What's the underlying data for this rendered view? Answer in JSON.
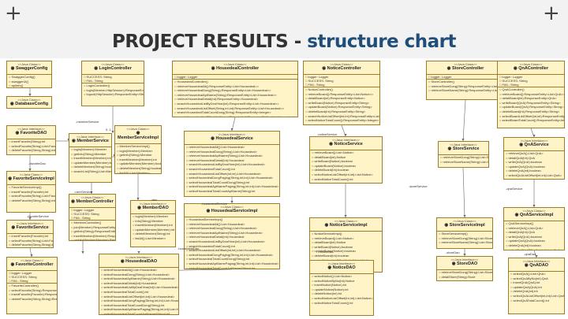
{
  "slide": {
    "title_main": "PROJECT RESULTS -",
    "title_accent": "structure chart"
  },
  "colors": {
    "title_accent": "#1f4e79",
    "box_fill": "#fff4c8",
    "box_border": "#9c7d2a"
  },
  "diagram": {
    "boxes": [
      {
        "name": "SwaggerConfig",
        "stereotype": "<<Java Class>>",
        "methods": [
          "SwaggerConfig()",
          "swaggerUi()",
          "apiInfo()"
        ]
      },
      {
        "name": "DatabaseConfig",
        "stereotype": "<<Java Class>>",
        "methods": [
          "DatabaseConfig()"
        ]
      },
      {
        "name": "LoginController",
        "stereotype": "<<Java Class>>",
        "fields": [
          "SUCCESS: String",
          "FAIL: String"
        ],
        "methods": [
          "LoginController()",
          "login(Member,HttpSession):ResponseEntity<Member>",
          "logout(HttpSession):ResponseEntity<String>"
        ]
      },
      {
        "name": "HousedealController",
        "stereotype": "<<Java Class>>",
        "fields": [
          "logger: Logger"
        ],
        "methods": [
          "HousedealController()",
          "retrieveHousedealAll():ResponseEntity<List<Housedeal>>",
          "retrieveHousedealDong(String):ResponseEntity<List<Housedeal>>",
          "retrieveHousedealAptName(String):ResponseEntity<List<Housedeal>>",
          "retrieveHousedealDetail(int):ResponseEntity<Housedeal>",
          "searchHousedealListByDealYear(int):ResponseEntity<List<Housedeal>>",
          "searchHousedealListOffset(String,int,int):ResponseEntity<List<Housedeal>>",
          "searchHousedealTotalCountDong(String):ResponseEntity<Integer>",
          "searchHousedealListOffsetAptName(String,int,int):ResponseEntity<List<Housedeal>>",
          "searchHousedealTotalCountAptName(String):ResponseEntity<Integer>"
        ]
      },
      {
        "name": "NoticeController",
        "stereotype": "<<Java Class>>",
        "fields": [
          "logger: Logger",
          "SUCCESS: String",
          "FAIL: String"
        ],
        "methods": [
          "NoticeController()",
          "retrieveBoard():ResponseEntity<List<Notice>>",
          "detailBoard(int):ResponseEntity<Notice>",
          "writeBoard(Notice):ResponseEntity<String>",
          "updateBoard(Notice):ResponseEntity<String>",
          "deleteBoard(int):ResponseEntity<String>",
          "searchNoticeListOffset(int,int):ResponseEntity<List<Notice>>",
          "selectNoticeTotalCount():ResponseEntity<Integer>"
        ]
      },
      {
        "name": "StoreController",
        "stereotype": "<<Java Class>>",
        "fields": [
          "logger: Logger"
        ],
        "methods": [
          "StoreController()",
          "retrieveStoreDong(String):ResponseEntity<List<Store>>",
          "retrieveStoreName(String):ResponseEntity<List<Store>>"
        ]
      },
      {
        "name": "QnAController",
        "stereotype": "<<Java Class>>",
        "fields": [
          "logger: Logger",
          "SUCCESS: String",
          "FAIL: String"
        ],
        "methods": [
          "QnAController()",
          "retrieveBoard():ResponseEntity<List<QnA>>",
          "detailBoard(int):ResponseEntity<QnA>",
          "writeBoard(QnA):ResponseEntity<String>",
          "updateBoard(QnA):ResponseEntity<String>",
          "deleteBoard(int):ResponseEntity<String>",
          "selectBoardListOffset(int,int):ResponseEntity<List<QnA>>",
          "selectBoardTotalCount():ResponseEntity<Integer>"
        ]
      },
      {
        "name": "FavoriteDAO",
        "stereotype": "<<Java Interface>>",
        "methods": [
          "insertFavorite(String):int",
          "selectFavorite(String):List<Favorite>",
          "deleteFavorite(String,String):int"
        ]
      },
      {
        "name": "MemberService",
        "stereotype": "<<Java Interface>>",
        "methods": [
          "login(Member):Member",
          "getInfo(String):Member",
          "insertMember(Member):int",
          "updateMember(Member):boolean",
          "deleteMember(String):boolean",
          "searchList(String):List<Member>"
        ]
      },
      {
        "name": "MemberServiceImpl",
        "stereotype": "<<Java Class>>",
        "methods": [
          "MemberServiceImpl()",
          "login(Member):Member",
          "getInfo(String):Member",
          "insertMember(Member):int",
          "updateMember(Member):boolean",
          "deleteMember(String):boolean",
          "listAll():List<Member>"
        ]
      },
      {
        "name": "HousedealService",
        "stereotype": "<<Java Interface>>",
        "methods": [
          "retrieveHousedealAll():List<Housedeal>",
          "retrieveHousedealDong(String):List<Housedeal>",
          "retrieveHousedealAptName(String):List<Housedeal>",
          "retrieveHousedealDetail(int):Housedeal",
          "searchHousedealListByDealYear(int):List<Housedeal>",
          "searchHousedealTotalCount():int",
          "searchHousedealListOffset(int,int):List<Housedeal>",
          "selectHousedealDongPaging(String,int,int):List<Housedeal>",
          "selectHousedealTotalCountDong(String):int",
          "selectHousedealAptNamePaging(String,int,int):List<Housedeal>",
          "selectHousedealTotalCountAptName(String):int"
        ]
      },
      {
        "name": "NoticeService",
        "stereotype": "<<Java Interface>>",
        "methods": [
          "retrieveBoard():List<Notice>",
          "detailBoard(int):Notice",
          "writeBoard(Notice):boolean",
          "updateBoard(Notice):boolean",
          "deleteBoard(int):boolean",
          "selectNoticeListOffset(int,int):List<Notice>",
          "selectNoticeTotalCount():int"
        ]
      },
      {
        "name": "StoreService",
        "stereotype": "<<Java Interface>>",
        "methods": [
          "retrieveStoreDong(String):List<Store>",
          "retrieveStoreName(String):List<Store>"
        ]
      },
      {
        "name": "QnAService",
        "stereotype": "<<Java Interface>>",
        "methods": [
          "retrieveQnA():List<QnA>",
          "detailQnA(int):QnA",
          "writeQnA(QnA):boolean",
          "updateQnA(QnA):boolean",
          "deleteQnA(int):boolean",
          "selectQnAListOffset(int,int):List<QnA>",
          "selectQnATotalCount():int"
        ]
      },
      {
        "name": "FavoriteServiceImpl",
        "stereotype": "<<Java Class>>",
        "methods": [
          "FavoriteServiceImpl()",
          "insertFavorite(Favorite):int",
          "selectFavorite(String):List<Favorite>",
          "deleteFavorite(String,String):int"
        ]
      },
      {
        "name": "MemberController",
        "stereotype": "<<Java Class>>",
        "fields": [
          "logger: Logger",
          "SUCCESS: String",
          "FAIL: String"
        ],
        "methods": [
          "MemberController()",
          "join(Member):ResponseEntity<String>",
          "getInfo(String):ResponseEntity<Member>",
          "insertMember(Member):ResponseEntity<String>",
          "updateMember(Member):ResponseEntity<String>",
          "deleteMember(String):ResponseEntity<String>"
        ]
      },
      {
        "name": "MemberDAO",
        "stereotype": "<<Java Interface>>",
        "methods": [
          "login(Member):Member",
          "info(String):Member",
          "insertMember(Member):int",
          "updateMember(Member):int",
          "deleteMember(String):int",
          "listAll():List<Member>"
        ]
      },
      {
        "name": "HousedealServiceImpl",
        "stereotype": "<<Java Class>>",
        "methods": [
          "HousedealServiceImpl()",
          "retrieveHousedealAll():List<Housedeal>",
          "retrieveHousedealDong(String):List<Housedeal>",
          "retrieveHousedealAptName(String):List<Housedeal>",
          "retrieveHousedealDetail(int):Housedeal",
          "searchHousedealListByDealYear(int):List<Housedeal>",
          "searchHousedealTotalCount():int",
          "searchHousedealListOffset(int,int):List<Housedeal>",
          "selectHousedealDongPaging(String,int,int):List<Housedeal>",
          "selectHousedealTotalCountDong(String):int",
          "selectHousedealAptNamePaging(String,int,int):List<Housedeal>",
          "selectHousedealTotalCountAptName(String):int"
        ]
      },
      {
        "name": "NoticeServiceImpl",
        "stereotype": "<<Java Class>>",
        "methods": [
          "NoticeServiceImpl()",
          "retrieveBoard():List<Notice>",
          "detailBoard(int):Notice",
          "writeBoard(Notice):boolean",
          "updateBoard(Notice):boolean",
          "deleteBoard(int):boolean",
          "selectNoticeListOffset(int,int):List<Notice>",
          "selectNoticeTotalCount():int"
        ]
      },
      {
        "name": "StoreServiceImpl",
        "stereotype": "<<Java Class>>",
        "methods": [
          "StoreServiceImpl()",
          "retrieveStoreDong(String):List<Store>",
          "retrieveStoreName(String):List<Store>"
        ]
      },
      {
        "name": "QnAServiceImpl",
        "stereotype": "<<Java Class>>",
        "methods": [
          "QnAServiceImpl()",
          "retrieveQnA():List<QnA>",
          "detailQnA(int):QnA",
          "writeQnA(QnA):boolean",
          "updateQnA(QnA):boolean",
          "deleteQnA(int):boolean",
          "selectQnAListOffset(int,int):List<QnA>",
          "selectQnATotalCount():int"
        ]
      },
      {
        "name": "FavoriteService",
        "stereotype": "<<Java Interface>>",
        "methods": [
          "insertFavorite(Favorite):int",
          "selectFavorite(String):List<Favorite>",
          "deleteFavorite(String,String):int"
        ]
      },
      {
        "name": "FavoriteController",
        "stereotype": "<<Java Class>>",
        "fields": [
          "logger: Logger",
          "SUCCESS: String",
          "FAIL: String"
        ],
        "methods": [
          "FavoriteController()",
          "selectFavorite(String):ResponseEntity<List<Favorite>>",
          "insertFavorite(Favorite):ResponseEntity<String>",
          "deleteFavorite(String,String):ResponseEntity<String>"
        ]
      },
      {
        "name": "HousedealDAO",
        "stereotype": "<<Java Interface>>",
        "methods": [
          "selectHousedealAll():List<Housedeal>",
          "selectHousedealDong(String):List<Housedeal>",
          "selectHousedealAptName(String):List<Housedeal>",
          "selectHousedealDetail(int):Housedeal",
          "selectHousedealListByDealYear(int):List<Housedeal>",
          "selectHousedealTotalCount():int",
          "selectHousedealListOffset(int,int):List<Housedeal>",
          "selectHousedealDongPaging(String,int,int):List<Housedeal>",
          "selectHousedealTotalCountDong(String):int",
          "selectHousedealAptNamePaging(String,int,int):List<Housedeal>",
          "selectHousedealTotalCountAptName(String):int"
        ]
      },
      {
        "name": "NoticeDAO",
        "stereotype": "<<Java Interface>>",
        "methods": [
          "selectNotice():List<Notice>",
          "selectNoticeByNo(int):Notice",
          "insertNotice(Notice):int",
          "updateNotice(Notice):int",
          "deleteNotice(int):int",
          "selectNoticeListOffset(int,int):List<Notice>",
          "selectNoticeTotalCount():int"
        ]
      },
      {
        "name": "StoreDAO",
        "stereotype": "<<Java Interface>>",
        "methods": [
          "retrieveStoreDong(String):List<Store>",
          "detailStore(String):Store"
        ]
      },
      {
        "name": "QnADAO",
        "stereotype": "<<Java Interface>>",
        "methods": [
          "selectQnA():List<QnA>",
          "selectQnAByNo(int):QnA",
          "insertQnA(QnA):int",
          "updateQnA(QnA):int",
          "deleteQnA(int):int",
          "selectQnAListOffset(int,int):List<QnA>",
          "selectQnATotalCount():int"
        ]
      }
    ],
    "labels": [
      "-memberService",
      "0..1",
      "-favoriteDao",
      "-userService",
      "-dao",
      "-housedealService",
      "-noticeService",
      "-storeService",
      "-qnaService",
      "-favoriteService",
      "-housedealDao",
      "-noticeDao",
      "-storeDao",
      "-qnaDao"
    ]
  }
}
